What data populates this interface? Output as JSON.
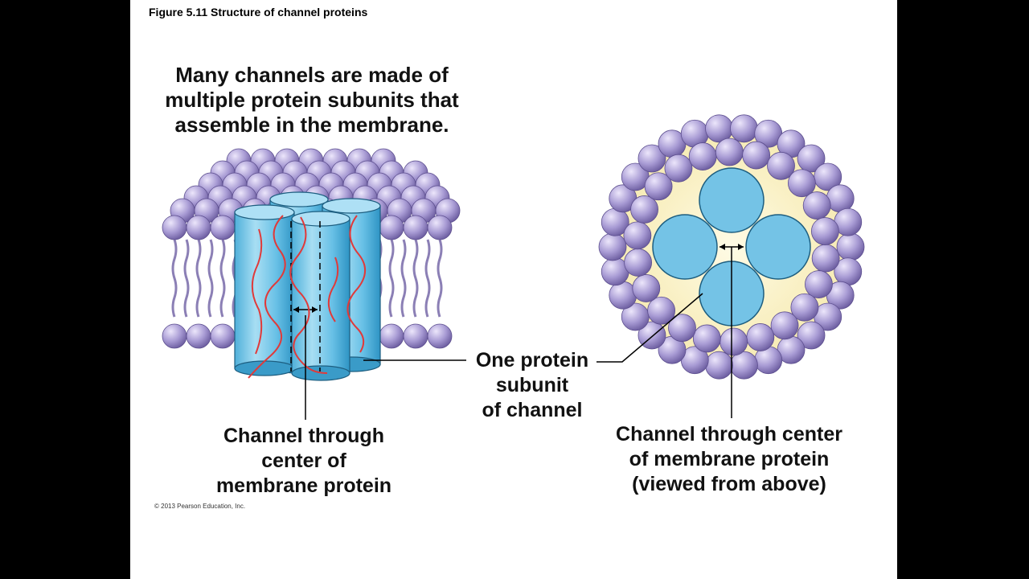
{
  "figure_title": "Figure 5.11 Structure of channel proteins",
  "headline": [
    "Many channels are made of",
    "multiple protein subunits that",
    "assemble in the membrane."
  ],
  "label_subunit": [
    "One protein",
    "subunit",
    "of channel"
  ],
  "label_channel_side": [
    "Channel through",
    "center of",
    "membrane protein"
  ],
  "label_channel_top": [
    "Channel through center",
    "of membrane protein",
    "(viewed from above)"
  ],
  "copyright": "© 2013 Pearson Education, Inc.",
  "colors": {
    "lipid_head": "#9b8fc9",
    "protein": "#74c3e6",
    "helix": "#e03a3a",
    "tail": "#8b7fb5",
    "core": "#fbf3c8"
  }
}
